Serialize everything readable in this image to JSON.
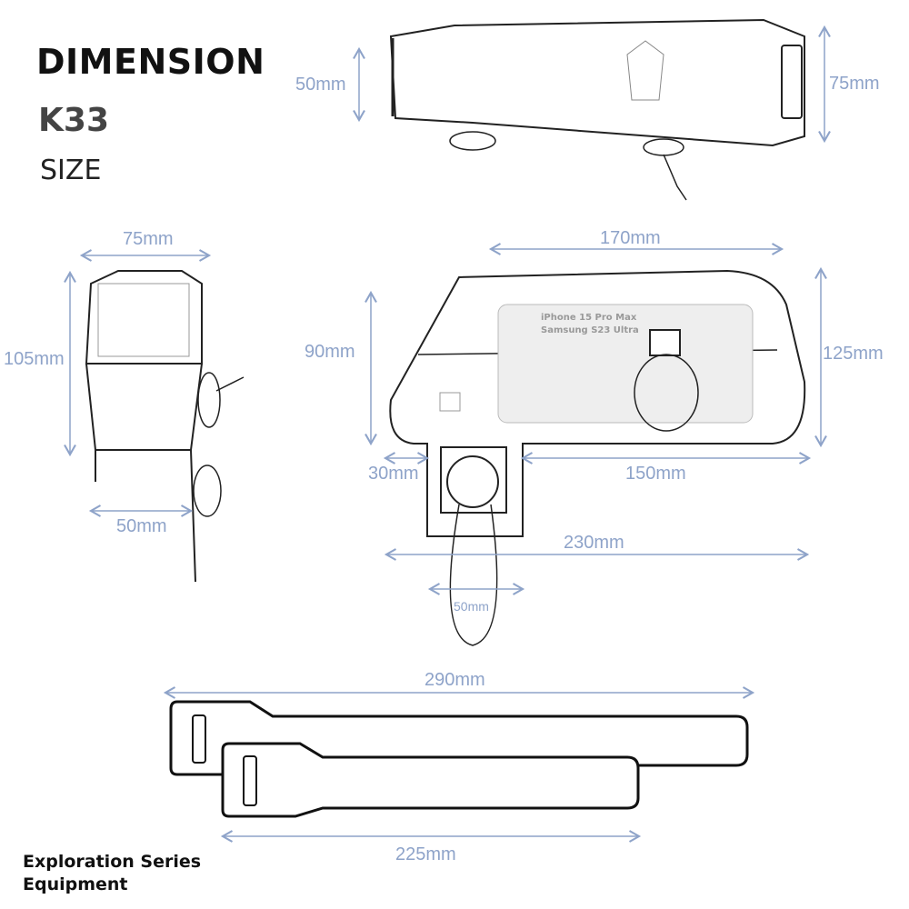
{
  "header": {
    "title": "DIMENSION",
    "model": "K33",
    "subtitle": "SIZE"
  },
  "dimensions": {
    "top_height": "50mm",
    "top_depth": "75mm",
    "side_width": "75mm",
    "side_height": "105mm",
    "side_base": "50mm",
    "main_top": "170mm",
    "main_front": "90mm",
    "main_rear": "125mm",
    "mount_offset": "30mm",
    "mount_to_rear": "150mm",
    "total_length": "230mm",
    "strap_width": "50mm",
    "strap_long": "290mm",
    "strap_short": "225mm"
  },
  "phone_compat": [
    "iPhone 15 Pro Max",
    "Samsung S23 Ultra"
  ],
  "footer": {
    "line1": "Exploration Series",
    "line2": "Equipment"
  },
  "colors": {
    "dimension": "#8ea3c9",
    "outline": "#222222"
  }
}
